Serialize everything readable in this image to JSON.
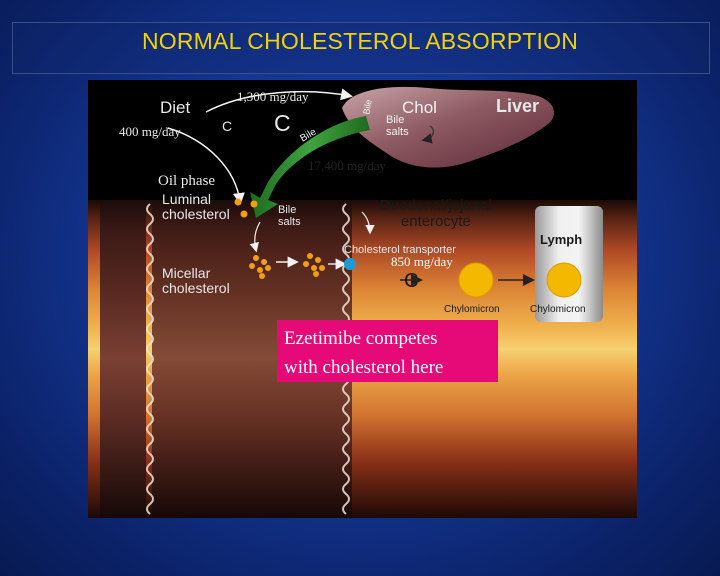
{
  "slide": {
    "title": "NORMAL CHOLESTEROL ABSORPTION"
  },
  "diagram": {
    "liver_label": "Liver",
    "diet_label": "Diet",
    "diet_c": "C",
    "chol_label": "Chol",
    "big_c": "C",
    "bile_arrow_label": "Bile",
    "liver_arrow_label": "Bile",
    "bile_salts_liver": [
      "Bile",
      "salts"
    ],
    "luminal_cholesterol": [
      "Luminal",
      "cholesterol"
    ],
    "bile_salts_lumen": [
      "Bile",
      "salts"
    ],
    "enterocyte_label": [
      "Duodenal/jejunal",
      "enterocyte"
    ],
    "lymph_label": "Lymph",
    "micellar_cholesterol": [
      "Micellar",
      "cholesterol"
    ],
    "transporter_label": "Cholesterol transporter",
    "enterocyte_c": "C",
    "chylomicron_1": "Chylomicron",
    "chylomicron_2": "Chylomicron",
    "diet_flow": "400 mg/day",
    "top_flow": "1,300 mg/day",
    "bile_flow": "17,400 mg/day",
    "absorbed_flow": "850 mg/day",
    "oil_phase": "Oil phase",
    "callout": [
      "Ezetimibe competes",
      "with cholesterol here"
    ]
  },
  "colors": {
    "title": "#f2d200",
    "callout_bg": "#e60a78",
    "chylomicron": "#f5b800",
    "transporter": "#1e9bd7",
    "bile_arrow": "#2e8b2e"
  }
}
